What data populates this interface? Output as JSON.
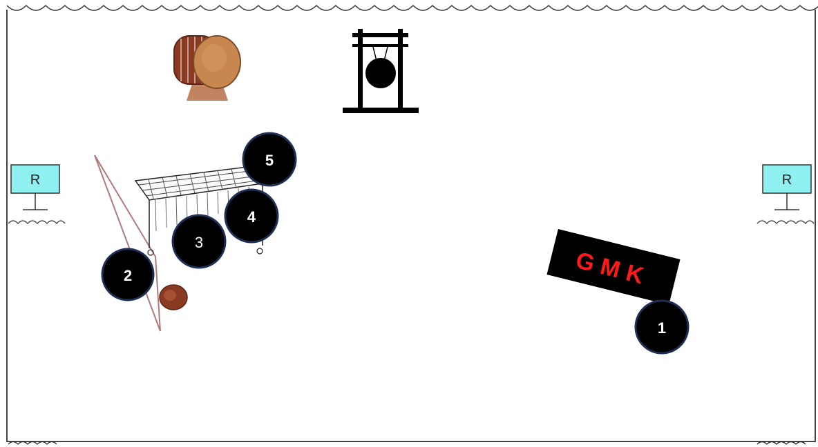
{
  "monitors": [
    {
      "label": "R"
    },
    {
      "label": "R"
    }
  ],
  "cabinet": {
    "label": "GMK",
    "color": "#ff1a1a"
  },
  "positions": [
    {
      "number": "1"
    },
    {
      "number": "2"
    },
    {
      "number": "3"
    },
    {
      "number": "4"
    },
    {
      "number": "5"
    }
  ],
  "instruments": [
    "bass-drum-icon",
    "gong-icon",
    "vibraphone-icon",
    "triangle-icon",
    "hand-drum-icon"
  ],
  "colors": {
    "monitor_fill": "#8ff0f0",
    "marker_fill": "#000000",
    "marker_ring": "#1f2f55",
    "drum_wood": "#8a3a22",
    "drum_skin": "#c8874e"
  }
}
